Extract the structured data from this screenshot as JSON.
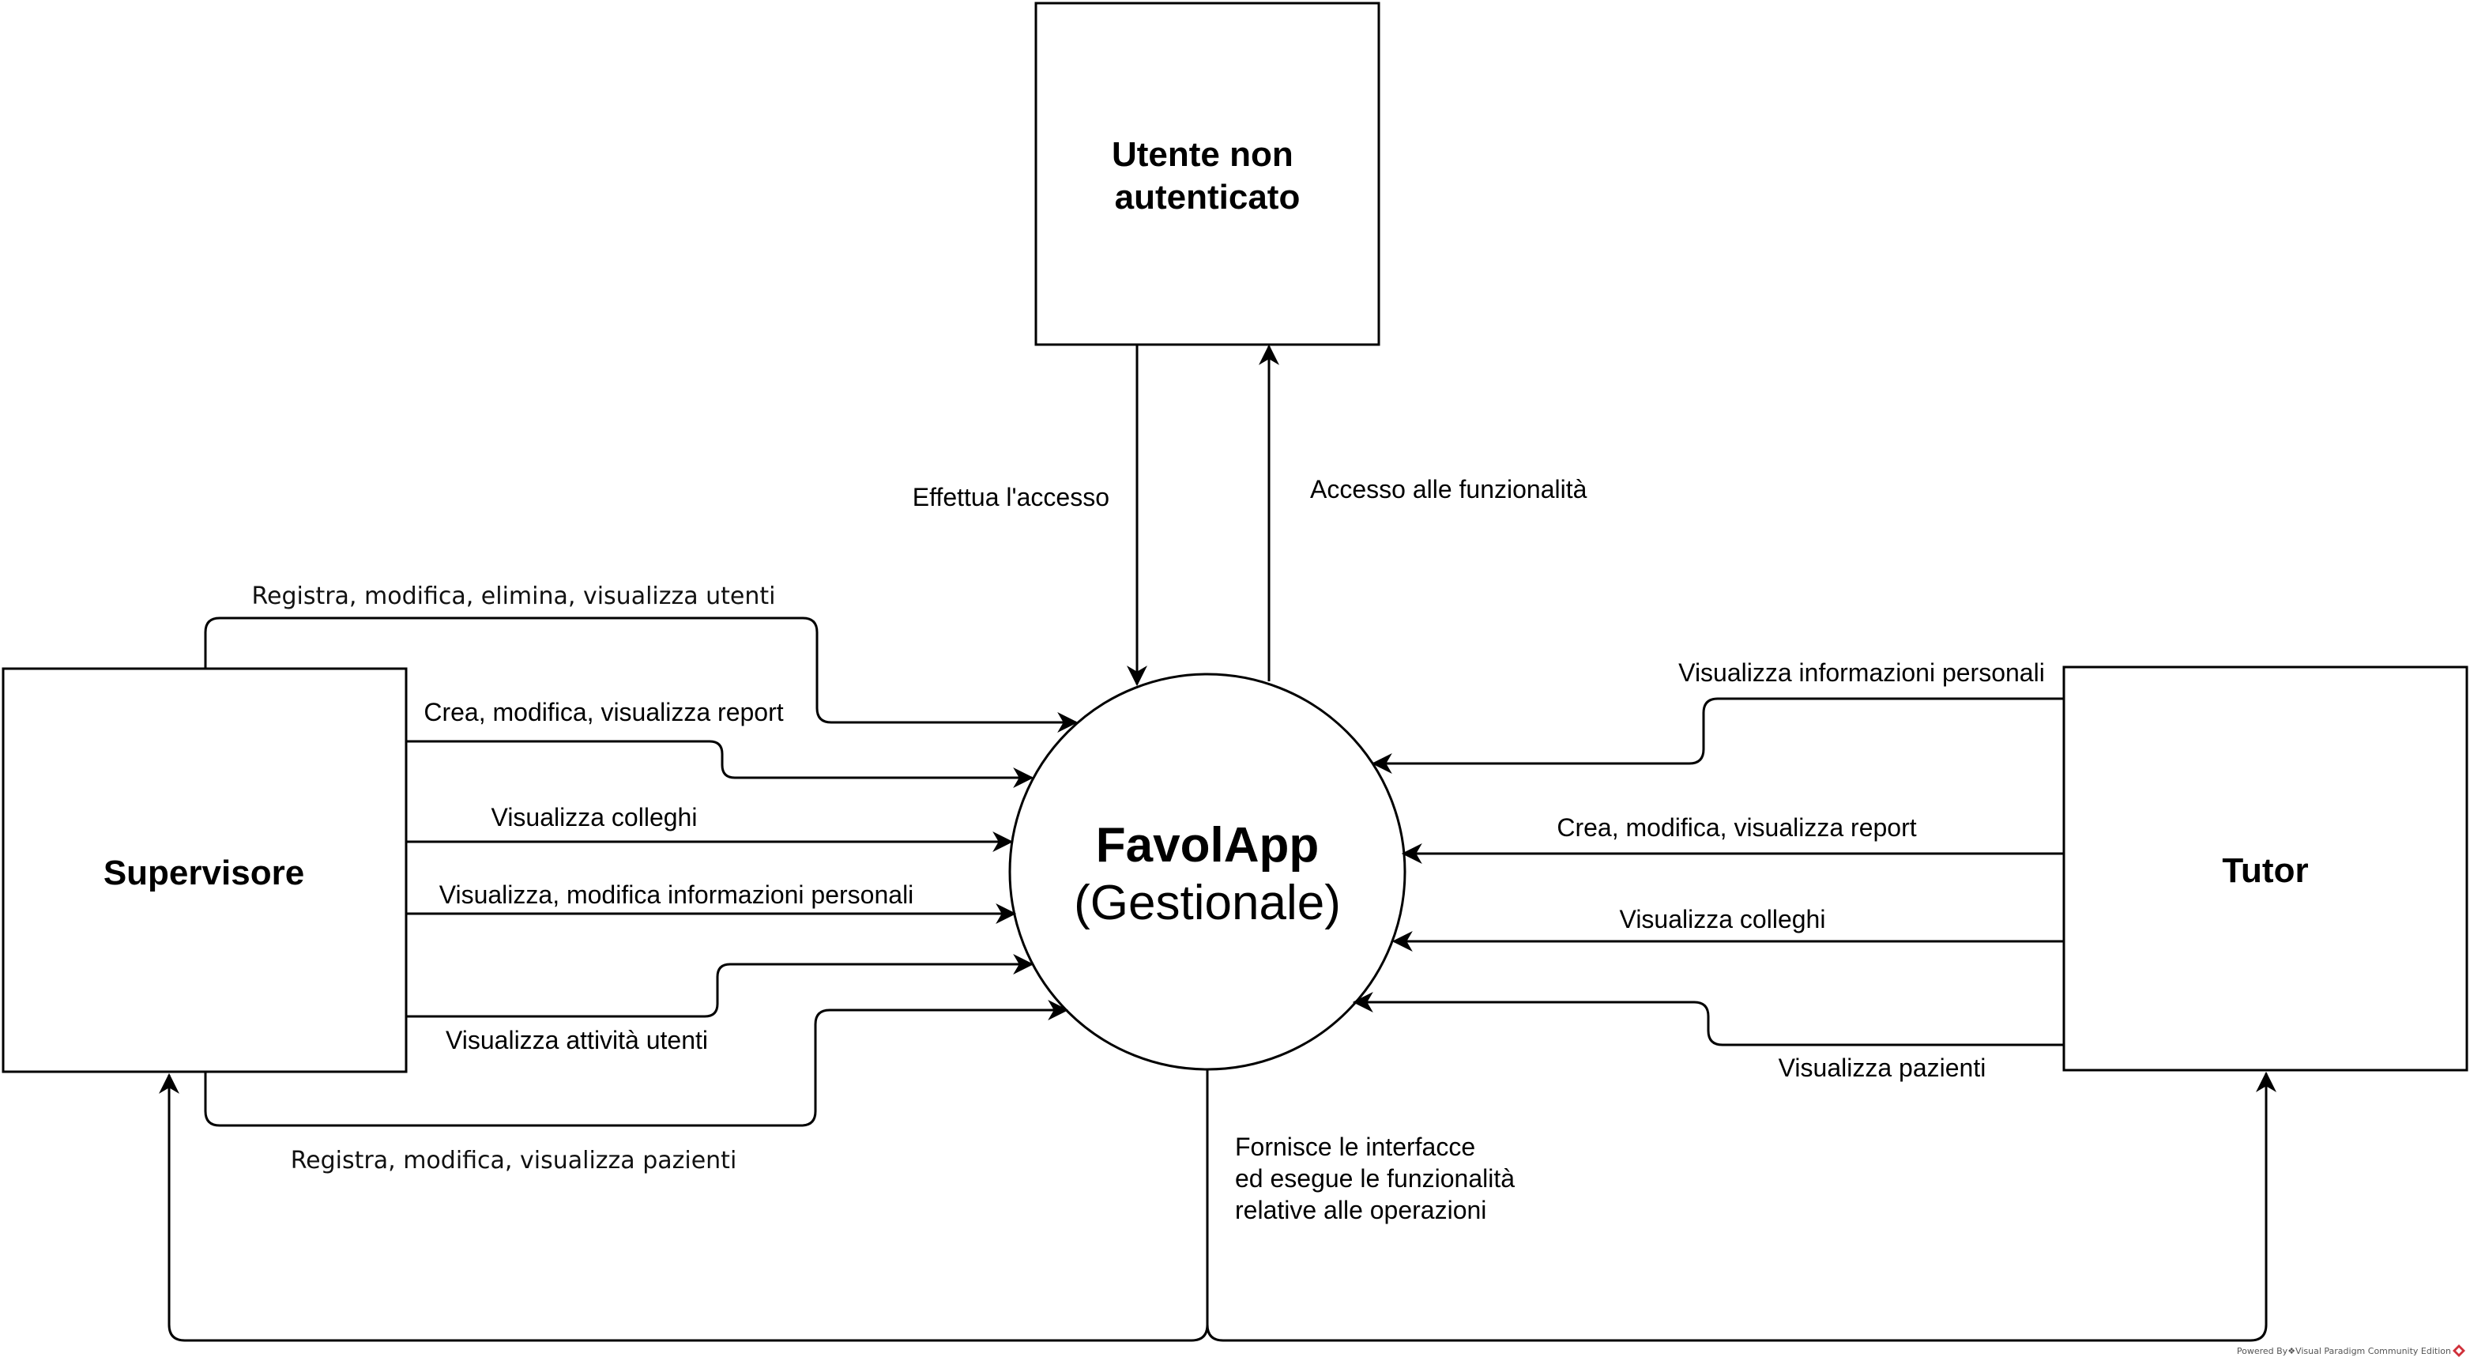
{
  "nodes": {
    "utente": [
      "Utente non",
      "autenticato"
    ],
    "supervisore": "Supervisore",
    "tutor": "Tutor",
    "process": {
      "title": "FavolApp",
      "subtitle": "(Gestionale)"
    }
  },
  "flows": {
    "effettua_accesso": "Effettua l'accesso",
    "accesso_funzionalita": "Accesso alle funzionalità",
    "sup_registra_utenti": "Registra, modifica, elimina, visualizza utenti",
    "sup_report": "Crea, modifica, visualizza report",
    "sup_colleghi": "Visualizza colleghi",
    "sup_info_personali": "Visualizza, modifica informazioni personali",
    "sup_attivita": "Visualizza attività utenti",
    "sup_pazienti": "Registra, modifica, visualizza pazienti",
    "tutor_info_personali": "Visualizza informazioni personali",
    "tutor_report": "Crea, modifica, visualizza report",
    "tutor_colleghi": "Visualizza colleghi",
    "tutor_pazienti": "Visualizza pazienti",
    "fornisce": [
      "Fornisce le interfacce",
      "ed esegue le funzionalità",
      "relative alle operazioni"
    ]
  },
  "watermark": "Powered By❖Visual Paradigm Community Edition",
  "colors": {
    "stroke": "#000000",
    "background": "#ffffff",
    "watermark_logo": "#d0303a"
  }
}
